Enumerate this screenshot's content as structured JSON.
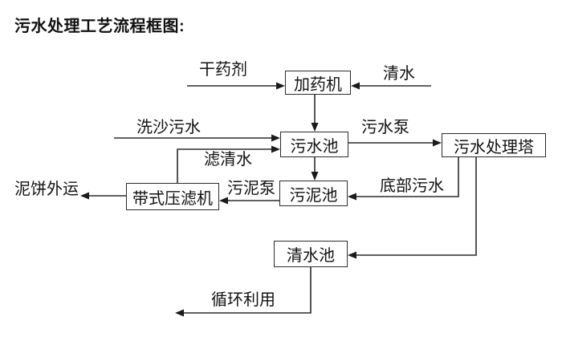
{
  "title": "污水处理工艺流程框图:",
  "nodes": {
    "dosing_machine": "加药机",
    "sewage_pool": "污水池",
    "treatment_tower": "污水处理塔",
    "sludge_pool": "污泥池",
    "belt_filter_press": "带式压滤机",
    "clear_water_pool": "清水池"
  },
  "edge_labels": {
    "dry_agent": "干药剂",
    "clean_water": "清水",
    "sand_washing_sewage": "洗沙污水",
    "filtered_water": "滤清水",
    "sewage_pump": "污水泵",
    "sludge_pump": "污泥泵",
    "bottom_sewage": "底部污水",
    "mud_cake_out": "泥饼外运",
    "recycle_use": "循环利用"
  },
  "edges": [
    {
      "label": "干药剂",
      "to": "加药机",
      "type": "input"
    },
    {
      "label": "清水",
      "to": "加药机",
      "type": "input"
    },
    {
      "from": "加药机",
      "to": "污水池",
      "label": ""
    },
    {
      "label": "洗沙污水",
      "to": "污水池",
      "type": "input"
    },
    {
      "from": "带式压滤机",
      "to": "污水池",
      "label": "滤清水"
    },
    {
      "from": "污水池",
      "to": "污水处理塔",
      "label": "污水泵"
    },
    {
      "from": "污水池",
      "to": "污泥池",
      "label": ""
    },
    {
      "from": "污水处理塔",
      "to": "污泥池",
      "label": "底部污水"
    },
    {
      "from": "污泥池",
      "to": "带式压滤机",
      "label": "污泥泵"
    },
    {
      "from": "带式压滤机",
      "label": "泥饼外运",
      "type": "output"
    },
    {
      "from": "污水处理塔",
      "to": "清水池",
      "label": ""
    },
    {
      "from": "清水池",
      "label": "循环利用",
      "type": "output"
    }
  ],
  "colors": {
    "background": "#ffffff",
    "line": "#2b2b2b",
    "box_border": "#2b2b2b",
    "box_fill": "#ffffff",
    "text": "#111111"
  }
}
